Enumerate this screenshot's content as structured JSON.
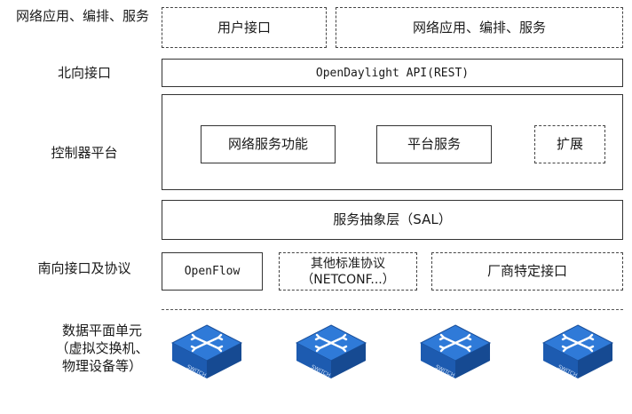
{
  "left_labels": {
    "apps": "网络应用、编排、服务",
    "northbound": "北向接口",
    "controller": "控制器平台",
    "southbound": "南向接口及协议",
    "dataplane": "数据平面单元（虚拟交换机、物理设备等）"
  },
  "top": {
    "user_interface": "用户接口",
    "apps_services": "网络应用、编排、服务"
  },
  "northbound_api": "OpenDaylight API(REST)",
  "controller": {
    "network_services": "网络服务功能",
    "platform_services": "平台服务",
    "extension": "扩展"
  },
  "sal": "服务抽象层（SAL）",
  "southbound": {
    "openflow": "OpenFlow",
    "other_standard": "其他标准协议（NETCONF...）",
    "vendor_specific": "厂商特定接口"
  },
  "switch_label": "SWITCH",
  "colors": {
    "switch_top": "#2f7ad8",
    "switch_side": "#1a4f9a"
  }
}
